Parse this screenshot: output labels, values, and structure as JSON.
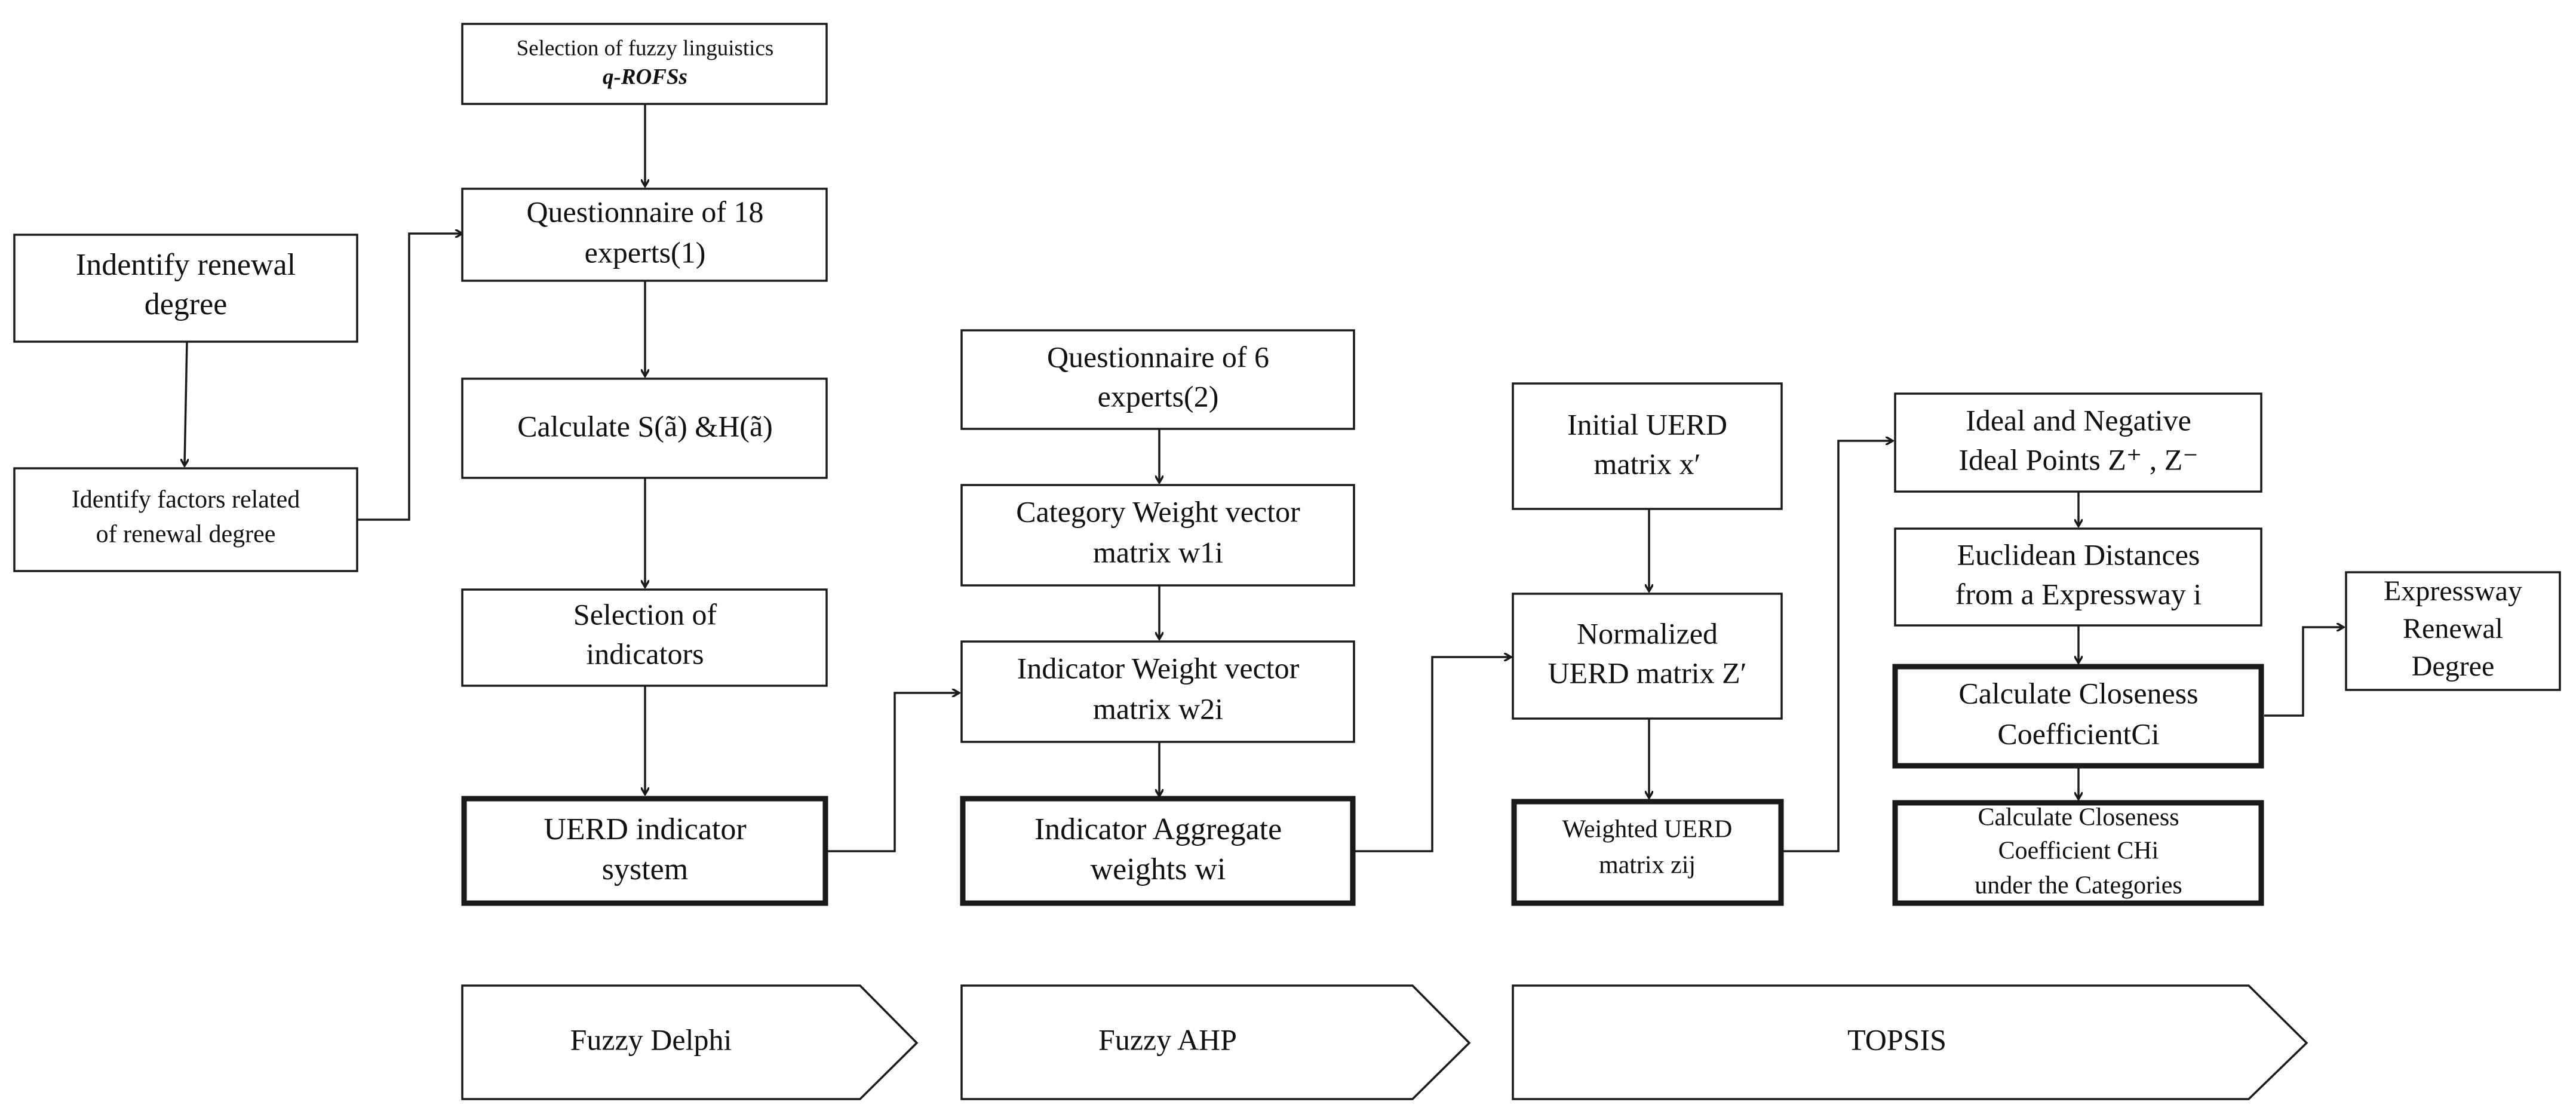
{
  "nodes": {
    "fuzzy_ling": {
      "lines": [
        "Selection of fuzzy linguistics",
        "q-ROFSs"
      ]
    },
    "questionnaire18": {
      "lines": [
        "Questionnaire of 18",
        "experts(1)"
      ]
    },
    "identify_degree": {
      "lines": [
        "Indentify  renewal",
        "degree"
      ]
    },
    "identify_factors": {
      "lines": [
        "Identify factors related",
        "of renewal degree"
      ]
    },
    "calc_s_h": {
      "lines": [
        "Calculate S(ã) &H(ã)"
      ]
    },
    "selection_ind": {
      "lines": [
        "Selection of",
        "indicators"
      ]
    },
    "uerd_system": {
      "lines": [
        "UERD indicator",
        "system"
      ]
    },
    "questionnaire6": {
      "lines": [
        "Questionnaire of 6",
        "experts(2)"
      ]
    },
    "category_weight": {
      "lines": [
        "Category Weight vector",
        "matrix w1i"
      ]
    },
    "indicator_weight": {
      "lines": [
        "Indicator Weight vector",
        "matrix w2i"
      ]
    },
    "aggregate_weights": {
      "lines": [
        "Indicator Aggregate",
        "weights wi"
      ]
    },
    "initial_uerd": {
      "lines": [
        "Initial UERD",
        "matrix x′"
      ]
    },
    "normalized_uerd": {
      "lines": [
        "Normalized",
        "UERD matrix Z′"
      ]
    },
    "weighted_uerd": {
      "lines": [
        "Weighted UERD",
        "matrix zij"
      ]
    },
    "ideal_points": {
      "lines": [
        "Ideal and Negative",
        "Ideal Points Z⁺ , Z⁻"
      ]
    },
    "euclidean": {
      "lines": [
        "Euclidean Distances",
        "from a Expressway i"
      ]
    },
    "closeness": {
      "lines": [
        "Calculate  Closeness",
        "CoefficientCi"
      ]
    },
    "closeness_cat": {
      "lines": [
        "Calculate  Closeness",
        "Coefficient CHi",
        "under the Categories"
      ]
    },
    "renewal_degree": {
      "lines": [
        "Expressway",
        "Renewal",
        "Degree"
      ]
    }
  },
  "phases": {
    "delphi": "Fuzzy Delphi",
    "ahp": "Fuzzy AHP",
    "topsis": "TOPSIS"
  }
}
